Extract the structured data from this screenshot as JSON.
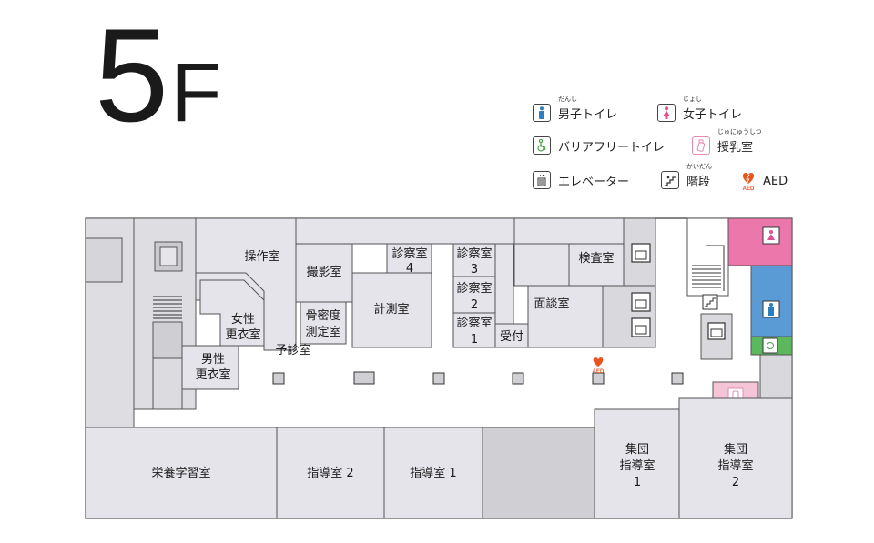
{
  "floor": {
    "number": "5",
    "letter": "F"
  },
  "legend": {
    "male_toilet": {
      "label": "男子トイレ",
      "ruby": "だんし",
      "icon": "male-toilet-icon"
    },
    "female_toilet": {
      "label": "女子トイレ",
      "ruby": "じょし",
      "icon": "female-toilet-icon"
    },
    "accessible_toilet": {
      "label": "バリアフリートイレ",
      "icon": "accessible-toilet-icon"
    },
    "nursing_room": {
      "label": "授乳室",
      "ruby": "じゅにゅうしつ",
      "icon": "nursing-bottle-icon"
    },
    "elevator": {
      "label": "エレベーター",
      "icon": "elevator-icon"
    },
    "stairs": {
      "label": "階段",
      "ruby": "かいだん",
      "icon": "stairs-icon"
    },
    "aed": {
      "label": "AED",
      "icon": "aed-icon"
    }
  },
  "rooms": {
    "control_room": "操作室",
    "radiography_room": "撮影室",
    "exam_room_4": {
      "name": "診察室",
      "number": "4"
    },
    "exam_room_3": {
      "name": "診察室",
      "number": "3"
    },
    "exam_room_2": {
      "name": "診察室",
      "number": "2"
    },
    "exam_room_1": {
      "name": "診察室",
      "number": "1"
    },
    "inspection_room": "検査室",
    "interview_room": "面談室",
    "measurement_room": "計測室",
    "bone_density_room": {
      "line1": "骨密度",
      "line2": "測定室"
    },
    "pre_exam_room": "予診室",
    "female_changing": {
      "line1": "女性",
      "line2": "更衣室"
    },
    "male_changing": {
      "line1": "男性",
      "line2": "更衣室"
    },
    "reception": "受付",
    "nutrition_room": "栄養学習室",
    "guidance_room_2": "指導室 2",
    "guidance_room_1": "指導室 1",
    "group_guidance_1": {
      "line1": "集団",
      "line2": "指導室",
      "line3": "1"
    },
    "group_guidance_2": {
      "line1": "集団",
      "line2": "指導室",
      "line3": "2"
    }
  },
  "aed_marker": "AED",
  "colors": {
    "gray_room": "#e4e4ea",
    "dark_room": "#cfcfd2",
    "wall": "#333333",
    "male": "#5b9bd5",
    "female": "#ec6ea5",
    "accessible": "#5cb85c",
    "nursing": "#f6c4d7",
    "aed": "#e8541e"
  }
}
